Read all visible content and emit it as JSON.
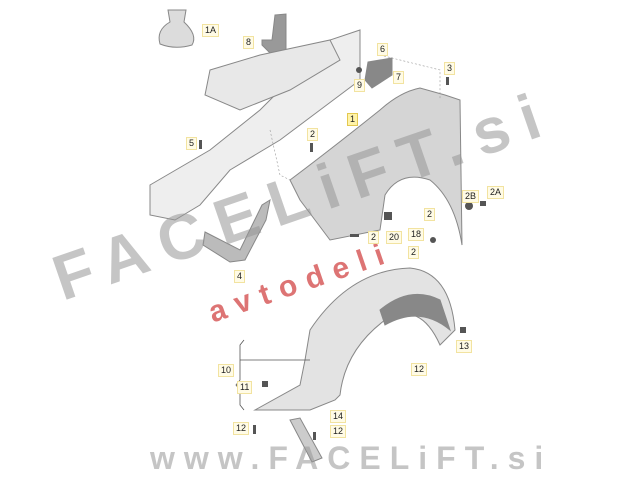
{
  "diagram": {
    "labels": [
      {
        "id": "1A",
        "text": "1A"
      },
      {
        "id": "8",
        "text": "8"
      },
      {
        "id": "6",
        "text": "6"
      },
      {
        "id": "3",
        "text": "3"
      },
      {
        "id": "9",
        "text": "9"
      },
      {
        "id": "7",
        "text": "7"
      },
      {
        "id": "1",
        "text": "1"
      },
      {
        "id": "2a",
        "text": "2"
      },
      {
        "id": "5",
        "text": "5"
      },
      {
        "id": "2B",
        "text": "2B"
      },
      {
        "id": "2A",
        "text": "2A"
      },
      {
        "id": "2b",
        "text": "2"
      },
      {
        "id": "20",
        "text": "20"
      },
      {
        "id": "2c",
        "text": "2"
      },
      {
        "id": "18",
        "text": "18"
      },
      {
        "id": "2d",
        "text": "2"
      },
      {
        "id": "4",
        "text": "4"
      },
      {
        "id": "10",
        "text": "10"
      },
      {
        "id": "11",
        "text": "11"
      },
      {
        "id": "13",
        "text": "13"
      },
      {
        "id": "12a",
        "text": "12"
      },
      {
        "id": "12b",
        "text": "12"
      },
      {
        "id": "14",
        "text": "14"
      },
      {
        "id": "12c",
        "text": "12"
      }
    ]
  },
  "watermark": {
    "main": "FACELiFT.si",
    "sub": "avtodeli",
    "url": "www.FACELiFT.si"
  },
  "colors": {
    "part": "#d9d9d9",
    "accent": "#d24646"
  }
}
